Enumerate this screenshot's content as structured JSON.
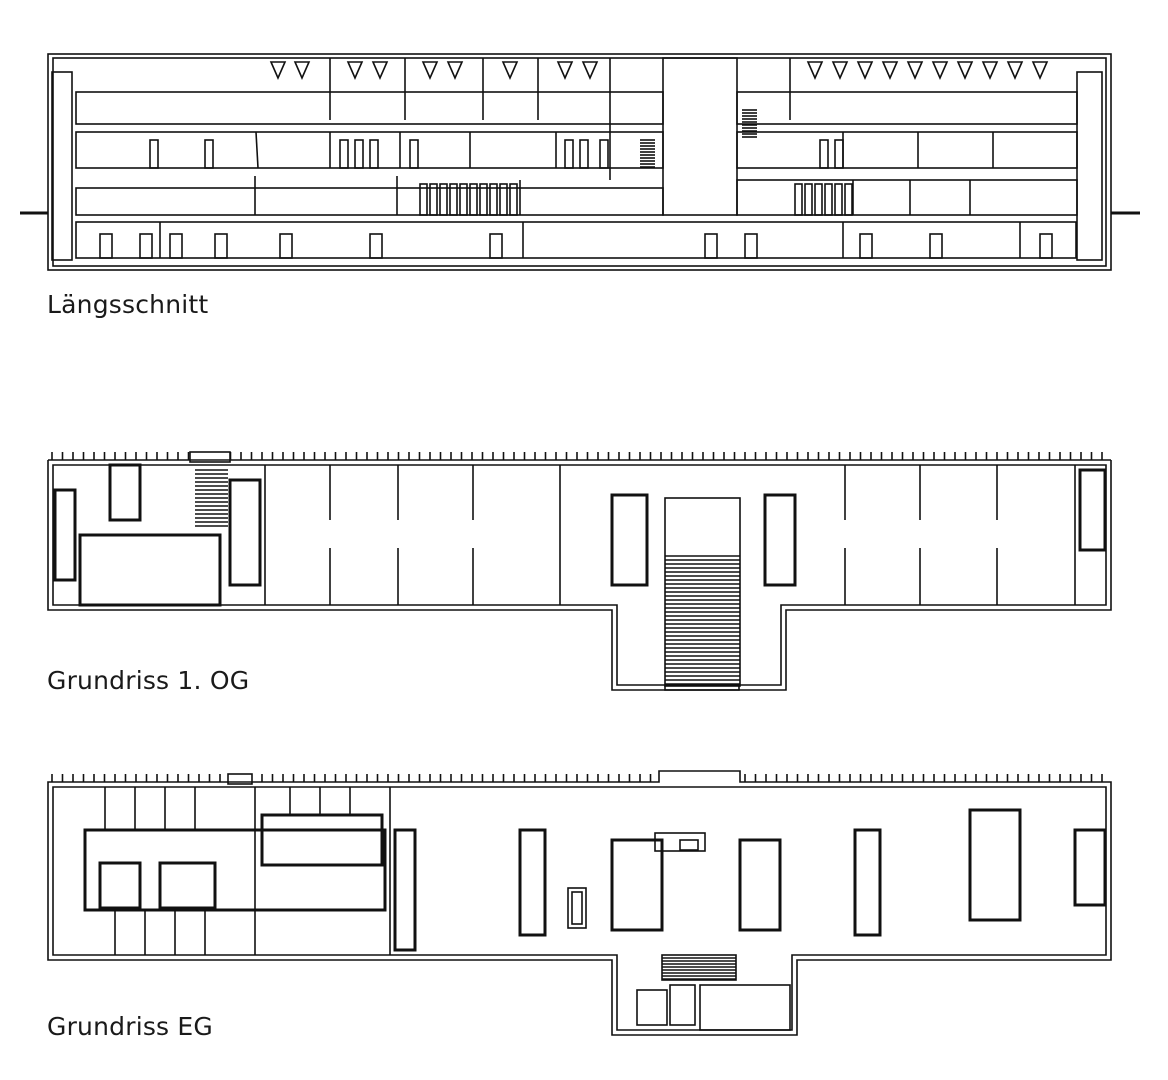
{
  "drawings": [
    {
      "id": "section",
      "title": "Längsschnitt"
    },
    {
      "id": "plan-1og",
      "title": "Grundriss 1. OG"
    },
    {
      "id": "plan-eg",
      "title": "Grundriss EG"
    }
  ],
  "colors": {
    "line": "#111111",
    "background": "#ffffff"
  }
}
